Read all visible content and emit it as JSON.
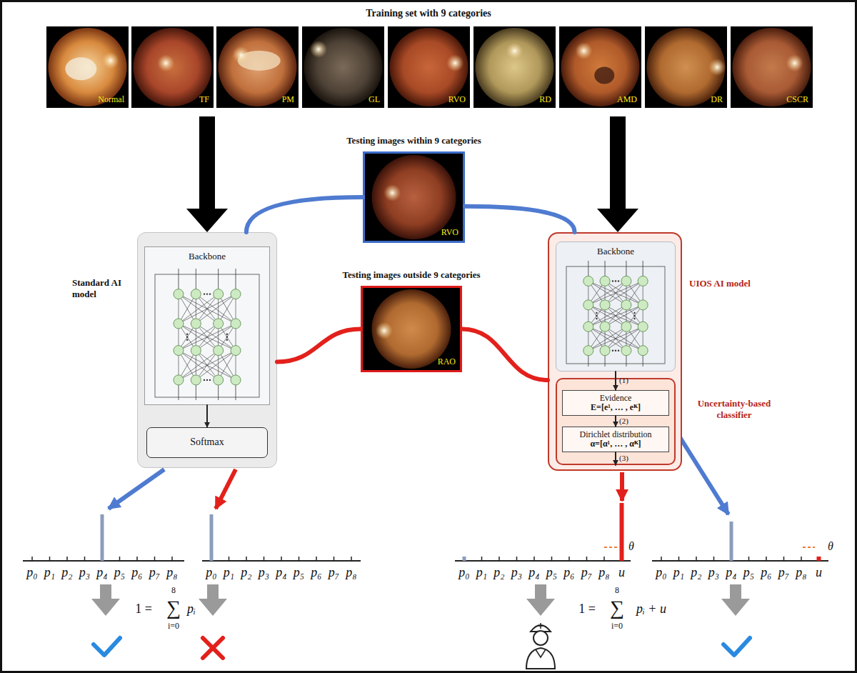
{
  "diagram": {
    "title": "Training set with 9 categories",
    "nodes": [
      {
        "text": [
          "Normal"
        ]
      },
      {
        "text": [
          "TF"
        ]
      },
      {
        "text": [
          "PM"
        ]
      },
      {
        "text": [
          "GL"
        ]
      },
      {
        "text": [
          "RVO"
        ]
      },
      {
        "text": [
          "RD"
        ]
      },
      {
        "text": [
          "AMD"
        ]
      },
      {
        "text": [
          "DR"
        ]
      },
      {
        "text": [
          "CSCR"
        ]
      },
      {
        "text": [
          "Testing images within 9 categories",
          "RVO"
        ]
      },
      {
        "text": [
          "Standard AI model"
        ]
      },
      {
        "text": [
          "Backbone"
        ],
        "in": 10
      },
      {
        "text": [
          "Softmax"
        ],
        "in": 10
      },
      {
        "text": [
          "UIOS AI model"
        ]
      },
      {
        "text": [
          "Backbone"
        ],
        "in": 13
      },
      {
        "text": [
          "Uncertainty-based classifier"
        ],
        "in": 13
      },
      {
        "text": [
          "Evidence",
          "E=[e¹, … , eᴷ]"
        ],
        "in": 15
      },
      {
        "text": [
          "Dirichlet distribution",
          "α=[α¹, … , αᴷ]"
        ],
        "in": 15
      },
      {
        "text": [
          "Testing images outside 9 categories",
          "RAO"
        ]
      }
    ],
    "edges": [
      {
        "from": 9,
        "to": 10,
        "arrow": "none"
      },
      {
        "from": 9,
        "to": 13,
        "arrow": "none"
      },
      {
        "from": 18,
        "to": 10,
        "arrow": "none"
      },
      {
        "from": 18,
        "to": 13,
        "arrow": "none"
      },
      {
        "from": 11,
        "to": 12,
        "arrow": "to"
      },
      {
        "from": 14,
        "to": 16,
        "arrow": "to",
        "label": "(1)"
      },
      {
        "from": 16,
        "to": 17,
        "arrow": "to",
        "label": "(2)"
      },
      {
        "from": 17,
        "to": 15,
        "arrow": "to",
        "label": "(3)"
      }
    ],
    "labels": [
      "p₀",
      "p₁",
      "p₂",
      "p₃",
      "p₄",
      "p₅",
      "p₆",
      "p₇",
      "p₈",
      "p₀",
      "p₁",
      "p₂",
      "p₃",
      "p₄",
      "p₅",
      "p₆",
      "p₇",
      "p₈",
      "p₀",
      "p₁",
      "p₂",
      "p₃",
      "p₄",
      "p₅",
      "p₆",
      "p₇",
      "p₈",
      "u",
      "θ",
      "p₀",
      "p₁",
      "p₂",
      "p₃",
      "p₄",
      "p₅",
      "p₆",
      "p₇",
      "p₈",
      "u",
      "θ",
      "1 =",
      "∑",
      "8",
      "i=0",
      "pᵢ",
      "1 =",
      "∑",
      "8",
      "i=0",
      "pᵢ + u"
    ]
  }
}
